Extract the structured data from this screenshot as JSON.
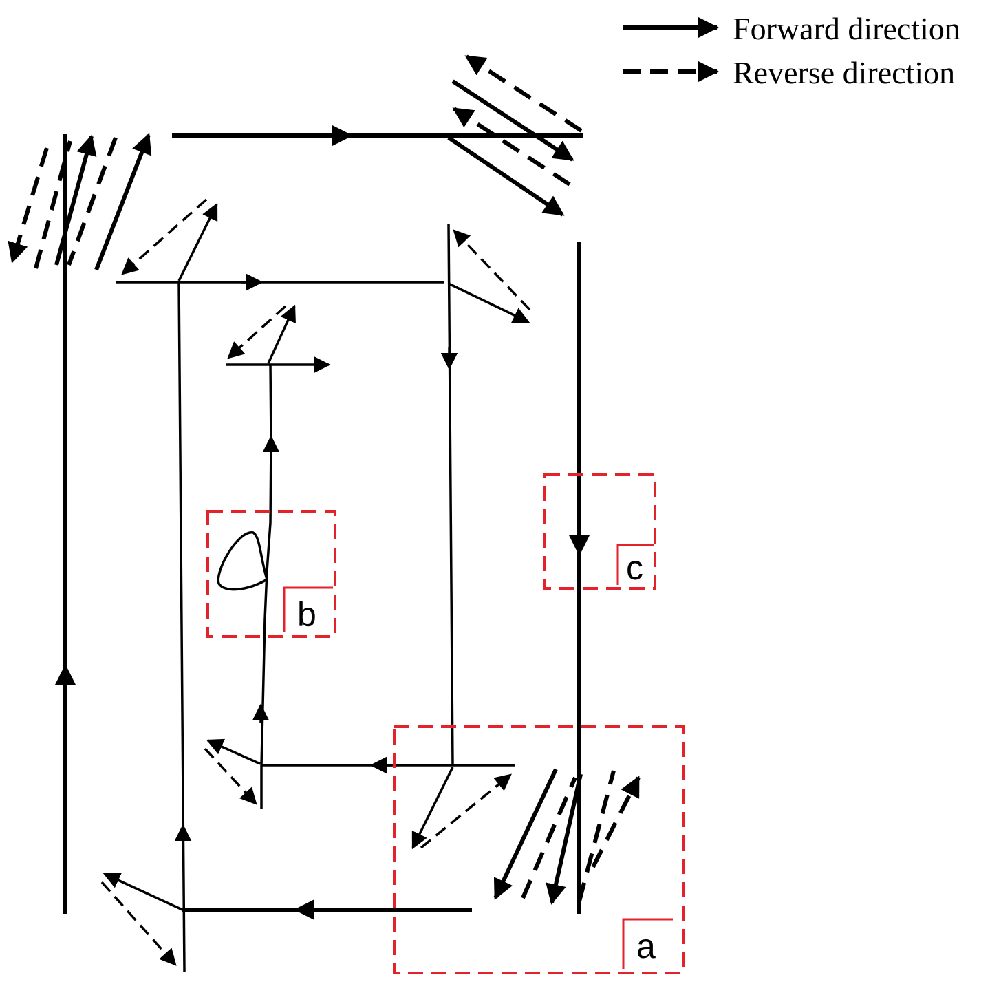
{
  "legend": {
    "forward_label": "Forward direction",
    "reverse_label": "Reverse direction"
  },
  "boxes": {
    "a_label": "a",
    "b_label": "b",
    "c_label": "c"
  },
  "colors": {
    "line": "#000000",
    "highlight_box": "#e3232b",
    "background": "#ffffff"
  }
}
